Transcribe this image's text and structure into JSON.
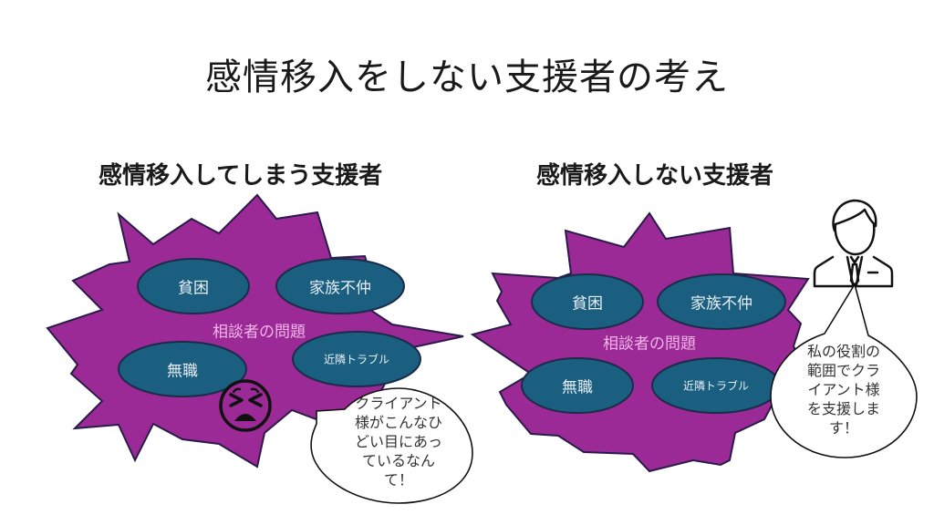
{
  "slide": {
    "title": "感情移入をしない支援者の考え"
  },
  "left_panel": {
    "heading": "感情移入してしまう支援者",
    "center_label": "相談者の問題",
    "issues": [
      "貧困",
      "家族不仲",
      "無職",
      "近隣トラブル"
    ],
    "emoji_icon": "tired-face-icon",
    "speech_bubble_lines": [
      "クライアント",
      "様がこんなひ",
      "どい目にあっ",
      "ているなん",
      "て！"
    ]
  },
  "right_panel": {
    "heading": "感情移入しない支援者",
    "center_label": "相談者の問題",
    "issues": [
      "貧困",
      "家族不仲",
      "無職",
      "近隣トラブル"
    ],
    "person_icon": "businessman-icon",
    "speech_bubble_lines": [
      "私の役割の",
      "範囲でクラ",
      "イアント様",
      "を支援しま",
      "す！"
    ]
  },
  "colors": {
    "starburst_fill": "#9c2a96",
    "starburst_stroke": "#2a1a4a",
    "oval_fill": "#1a5f80",
    "oval_stroke": "#1c2b4a",
    "center_label": "#f2b6ea",
    "oval_text": "#e8eef5"
  }
}
